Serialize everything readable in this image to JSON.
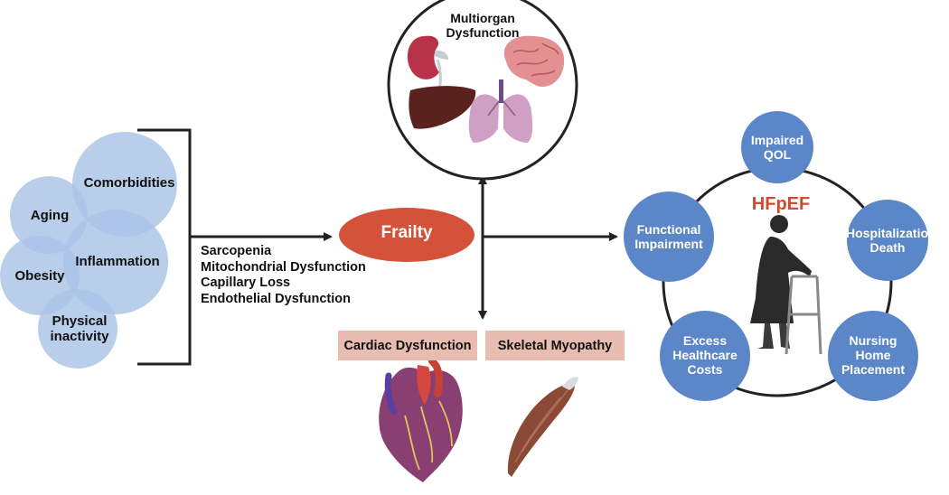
{
  "risk_factors": [
    "Comorbidities",
    "Aging",
    "Inflammation",
    "Obesity",
    "Physical\ninactivity"
  ],
  "mechanisms": [
    "Sarcopenia",
    "Mitochondrial Dysfunction",
    "Capillary Loss",
    "Endothelial Dysfunction"
  ],
  "center": {
    "label": "Frailty"
  },
  "multiorgan": {
    "label": "Multiorgan\nDysfunction"
  },
  "bottom_boxes": [
    "Cardiac Dysfunction",
    "Skeletal Myopathy"
  ],
  "hfpef": {
    "label": "HFpEF"
  },
  "outcomes": [
    "Impaired\nQOL",
    "Hospitalization\nDeath",
    "Nursing\nHome\nPlacement",
    "Excess\nHealthcare\nCosts",
    "Functional\nImpairment"
  ],
  "colors": {
    "risk_fill": "#a9c3e6",
    "outcome_fill": "#5b86c8",
    "frailty_fill": "#d5523a",
    "hfpef_text": "#d04a34",
    "box_fill": "#e8bcb0",
    "line": "#222222"
  }
}
